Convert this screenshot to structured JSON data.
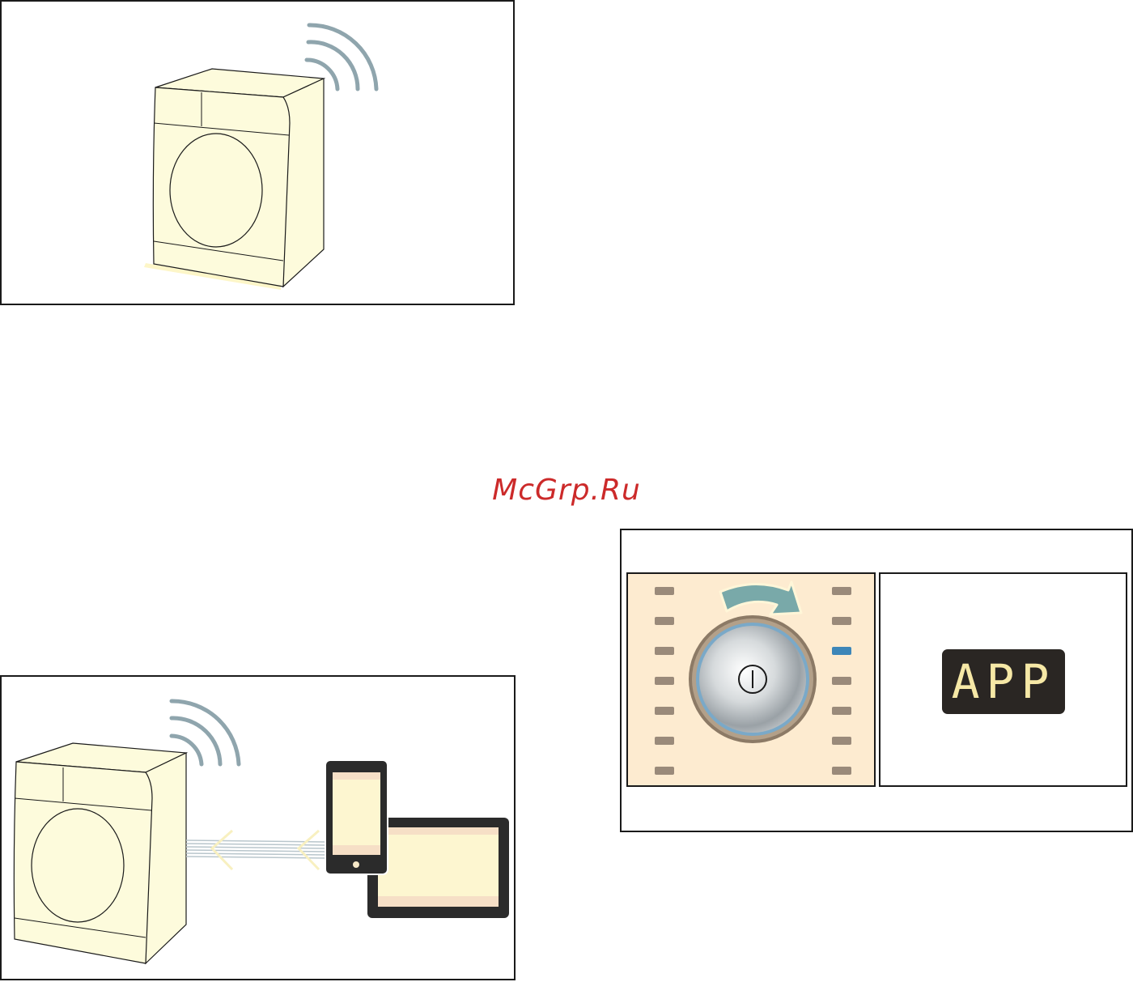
{
  "watermark": {
    "text": "McGrp.Ru"
  },
  "display": {
    "text": "APP"
  },
  "colors": {
    "appliance_fill": "#fdfbdc",
    "wifi_waves": "#8fa5ad",
    "watermark": "#cc2a2a",
    "panel_bg": "#fdebd0",
    "indicator_off": "#9a8a7a",
    "indicator_on": "#3d86b8",
    "rotate_arrow": "#79a9a9",
    "device_frame": "#2b2b2b",
    "screen_fill": "#fdf6d0",
    "screen_bar": "#f6dfc6",
    "lcd_bg": "#2a2623",
    "lcd_text": "#f6e8a6"
  },
  "icons": {
    "top": [
      "washer-dryer-icon",
      "wifi-icon"
    ],
    "bottom": [
      "washer-dryer-icon",
      "wifi-icon",
      "data-transfer-icon",
      "smartphone-icon",
      "tablet-icon"
    ],
    "panel": [
      "program-dial-icon",
      "power-symbol-icon",
      "rotate-arrow-icon",
      "program-indicator-icon"
    ]
  },
  "dial": {
    "indicators_per_side": 7,
    "active_indicator": "right-3"
  }
}
